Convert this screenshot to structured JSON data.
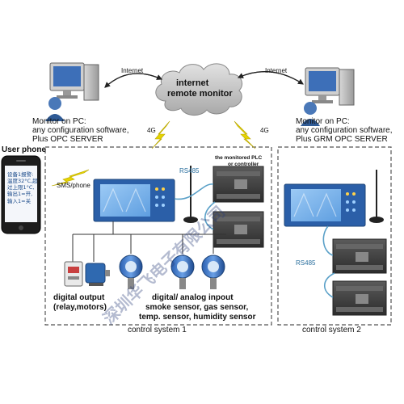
{
  "labels": {
    "internet_left": "Internet",
    "internet_right": "Internet",
    "cloud_line1": "internet",
    "cloud_line2": "remote monitor",
    "monitor_left_line1": "Monitor on PC:",
    "monitor_left_line2": "any configuration software,",
    "monitor_left_line3": "Plus OPC SERVER",
    "monitor_right_line1": "Monitor on PC:",
    "monitor_right_line2": "any configuration software,",
    "monitor_right_line3": "Plus GRM OPC SERVER",
    "user_phone": "User phone",
    "sms_phone": "SMS/phone",
    "4g_left": "4G",
    "4g_right": "4G",
    "rs485_top": "RS485",
    "rs485_right": "RS485",
    "monitored_plc_line1": "the monitored PLC",
    "monitored_plc_line2": "or controller",
    "digital_output_line1": "digital output",
    "digital_output_line2": "(relay,motors)",
    "digital_analog_line1": "digital/ analog inpout",
    "digital_analog_line2": "smoke sensor, gas sensor,",
    "digital_analog_line3": "temp. sensor, humidity sensor",
    "control_system_1": "control system 1",
    "control_system_2": "control system 2"
  },
  "phone_screen": {
    "line1": "设备1报警:",
    "line2": "温度32°C,超",
    "line3": "过上限1°C,",
    "line4": "输出1=开,",
    "line5": "输入1=关"
  },
  "watermark": {
    "text": "深圳华飞电子有限公司"
  },
  "colors": {
    "box_border": "#555555",
    "cloud_fill": "#c9c9c9",
    "panel_blue": "#2b5fa8",
    "screen_blue": "#7fb6ef",
    "plc_dark": "#3a3a3a",
    "lightning": "#e6d400",
    "cable_blue": "#5aa0c8",
    "label_blue": "#2a6f9e"
  }
}
